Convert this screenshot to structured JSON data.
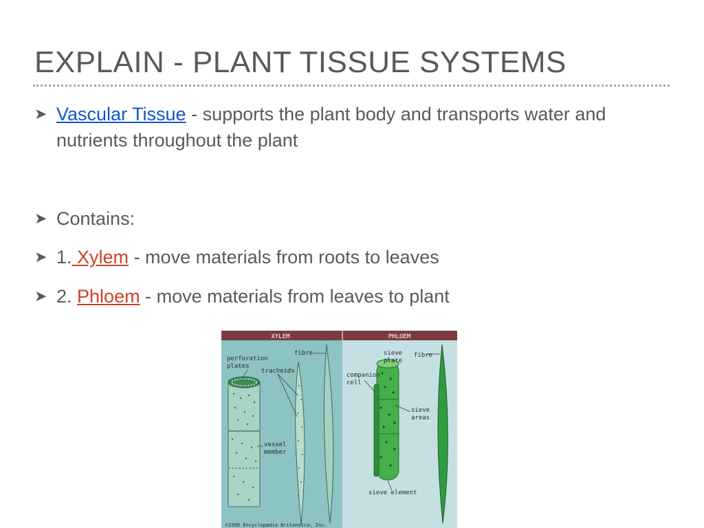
{
  "slide": {
    "title": "EXPLAIN - PLANT TISSUE SYSTEMS"
  },
  "bullets": {
    "b1": {
      "arrow": "➤",
      "link": "Vascular Tissue",
      "rest": " - supports the plant body and transports water and nutrients throughout the plant"
    },
    "b2": {
      "arrow": "➤",
      "text": "Contains:"
    },
    "b3": {
      "arrow": "➤",
      "prefix": "1.",
      "link": " Xylem",
      "rest": " - move materials from roots to leaves"
    },
    "b4": {
      "arrow": "➤",
      "prefix": "2. ",
      "link": "Phloem",
      "rest": " - move materials from leaves to plant"
    }
  },
  "figure": {
    "header_left": "XYLEM",
    "header_right": "PHLOEM",
    "labels": {
      "fibre_left": "fibre",
      "perforation_1": "perforation",
      "perforation_2": "plates",
      "tracheids": "tracheids",
      "vessel_1": "vessel",
      "vessel_2": "member",
      "sieve_plate_1": "sieve",
      "sieve_plate_2": "plate",
      "fibre_right": "fibre",
      "companion_1": "companion",
      "companion_2": "cell",
      "sieve_areas_1": "sieve",
      "sieve_areas_2": "areas",
      "sieve_element": "sieve element",
      "copyright": "©1996 Encyclopædia Britannica, Inc."
    }
  },
  "colors": {
    "title": "#595959",
    "body_text": "#595959",
    "link_blue": "#1155cc",
    "link_red": "#cc4125",
    "figure_header": "#7a3b3f",
    "xylem_bg": "#8cc3c3",
    "phloem_bg": "#c5e0e2"
  }
}
